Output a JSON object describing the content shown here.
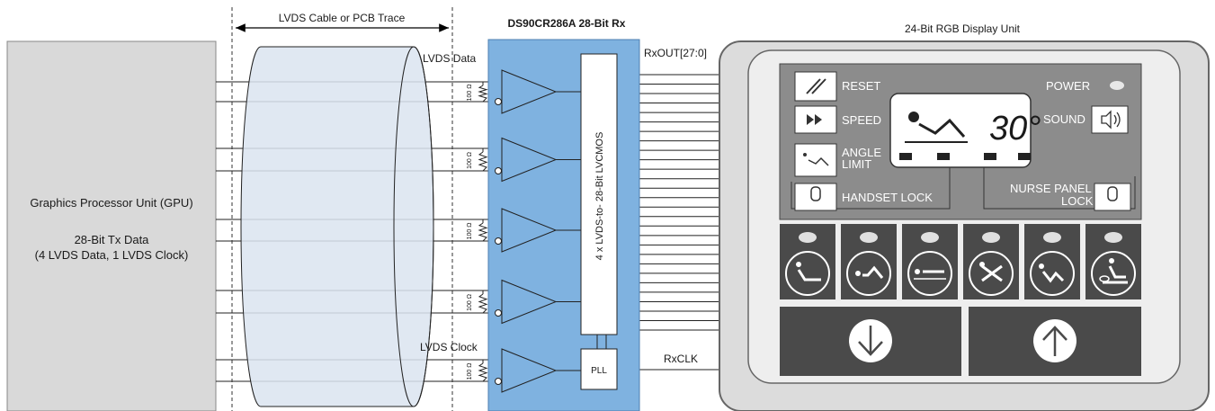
{
  "labels": {
    "cable": "LVDS Cable or PCB Trace",
    "rx_chip": "DS90CR286A 28-Bit Rx",
    "display": "24-Bit RGB Display Unit",
    "lvds_data": "LVDS Data",
    "lvds_clock": "LVDS Clock",
    "rxout": "RxOUT[27:0]",
    "rxclk": "RxCLK",
    "converter": "4 x LVDS-to- 28-Bit LVCMOS",
    "pll": "PLL",
    "resistor": "100 Ω"
  },
  "gpu": {
    "name": "Graphics Processor Unit (GPU)",
    "tx_line1": "28-Bit Tx Data",
    "tx_line2": "(4 LVDS Data, 1 LVDS Clock)"
  },
  "panel": {
    "reset": "RESET",
    "power": "POWER",
    "speed": "SPEED",
    "sound": "SOUND",
    "angle": "ANGLE",
    "limit": "LIMIT",
    "handset_lock": "HANDSET LOCK",
    "nurse_panel": "NURSE PANEL",
    "lock": "LOCK",
    "angle_value": "30°"
  },
  "colors": {
    "gpu_fill": "#d9d9d9",
    "rx_fill": "#7fb2e0",
    "cable_fill": "#dbe4f0",
    "panel_dark": "#4a4a4a",
    "panel_mid": "#8c8c8c"
  },
  "icons": [
    "reset-icon",
    "speed-icon",
    "angle-limit-icon",
    "handset-lock-icon",
    "sound-icon",
    "nurse-lock-icon",
    "seat-up-icon",
    "knee-up-icon",
    "flat-icon",
    "cancel-icon",
    "vascular-icon",
    "patient-icon",
    "down-arrow-icon",
    "up-arrow-icon"
  ]
}
